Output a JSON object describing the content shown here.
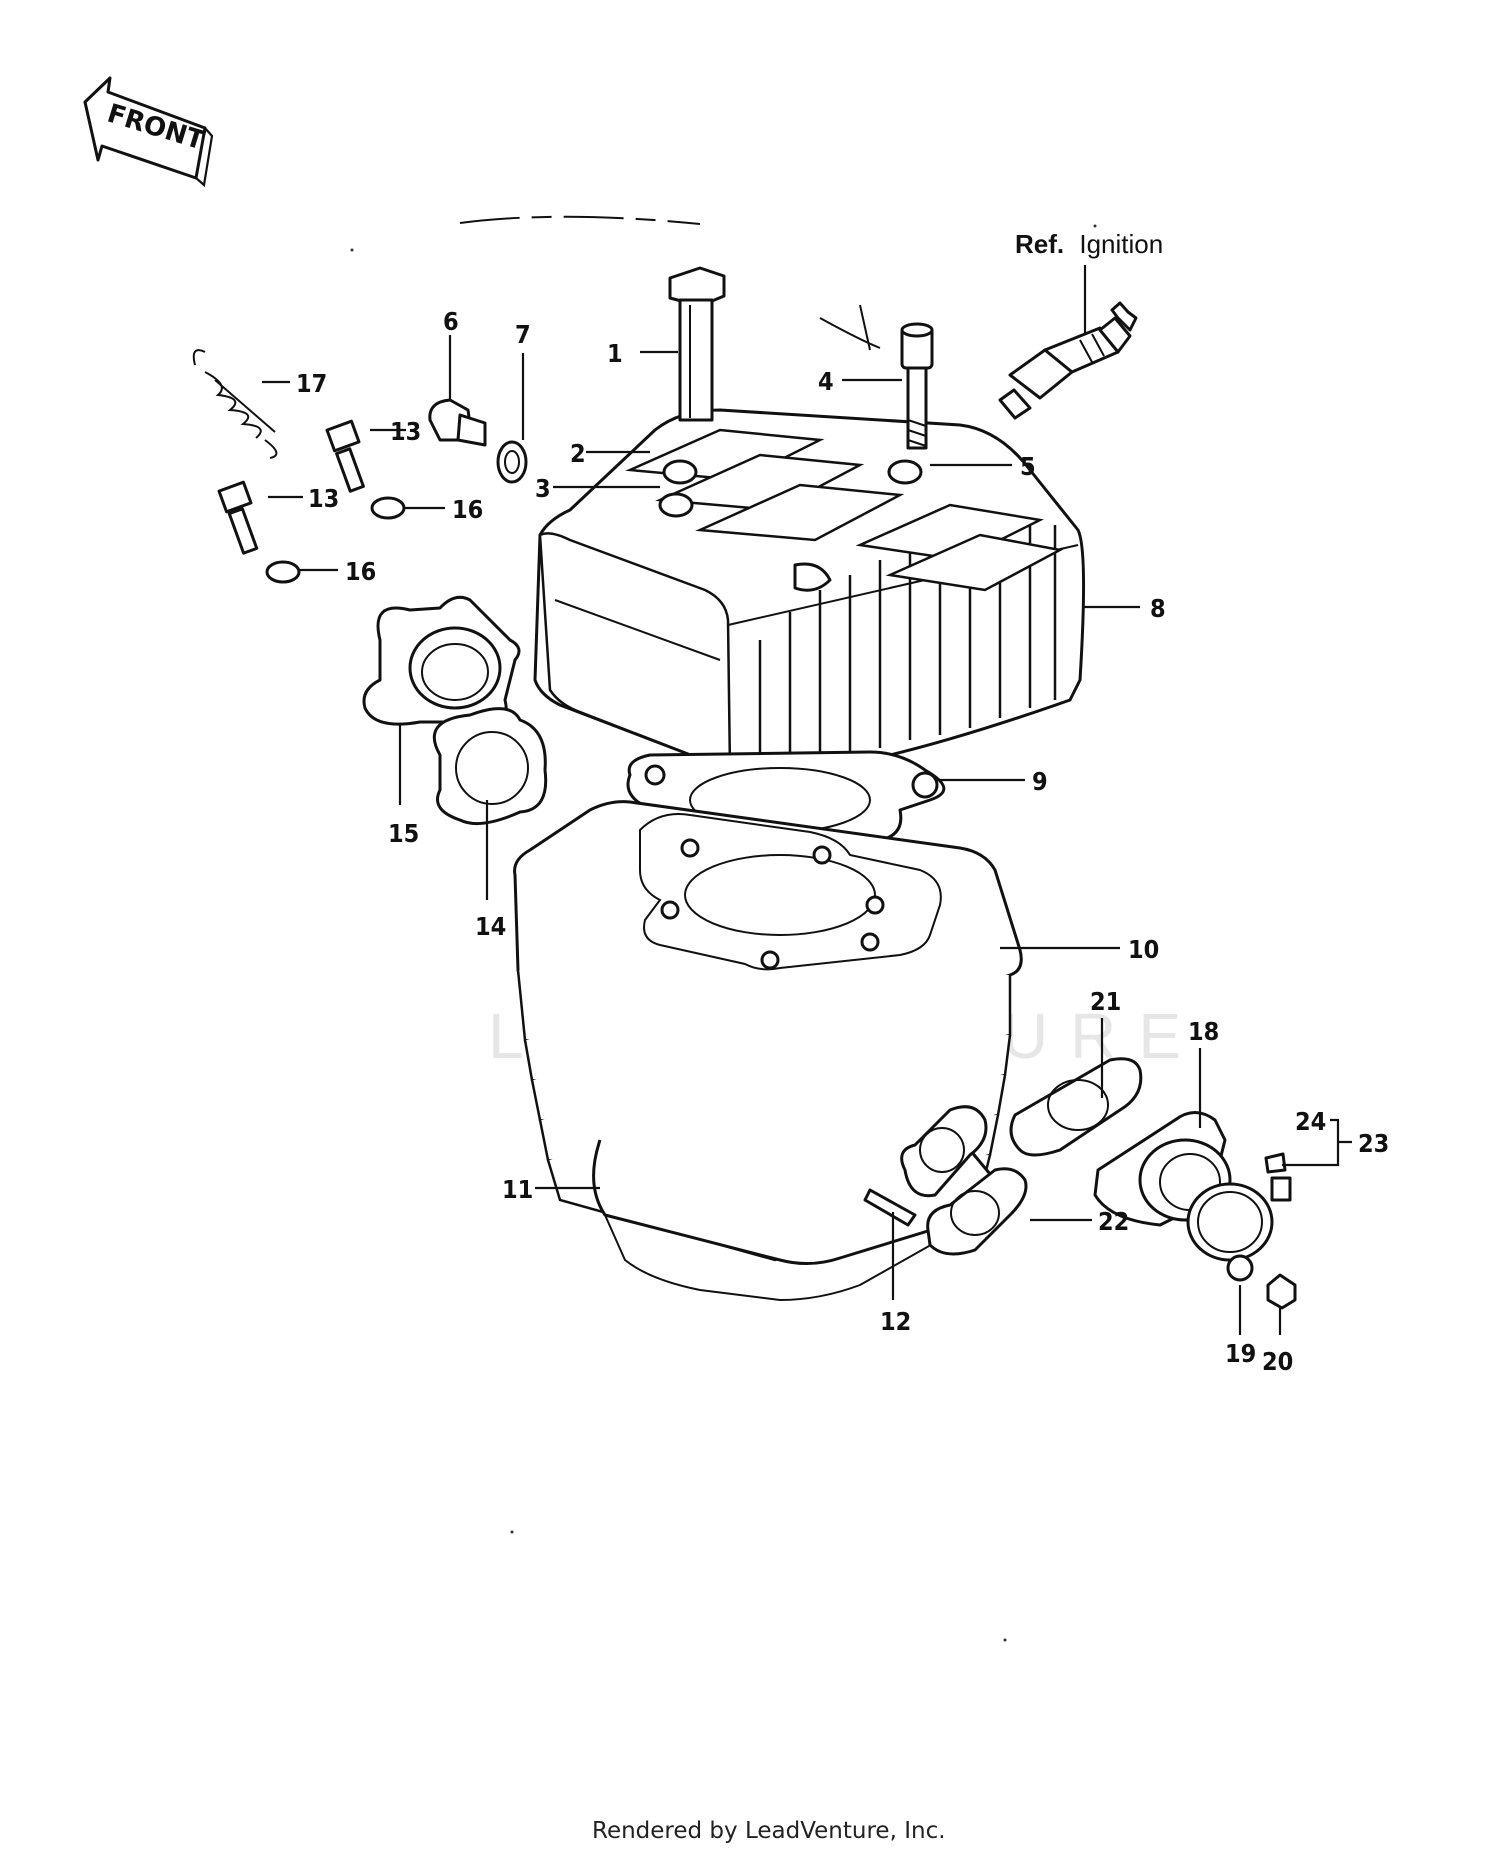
{
  "front_label": "FRONT",
  "reference": {
    "prefix": "Ref.",
    "text": "Ignition"
  },
  "watermark": "LEADVENTURE",
  "footer": "Rendered by LeadVenture, Inc.",
  "callouts": [
    "1",
    "2",
    "3",
    "4",
    "5",
    "6",
    "7",
    "8",
    "9",
    "10",
    "11",
    "12",
    "13",
    "13",
    "14",
    "15",
    "16",
    "16",
    "17",
    "18",
    "19",
    "20",
    "21",
    "22",
    "23",
    "24"
  ]
}
